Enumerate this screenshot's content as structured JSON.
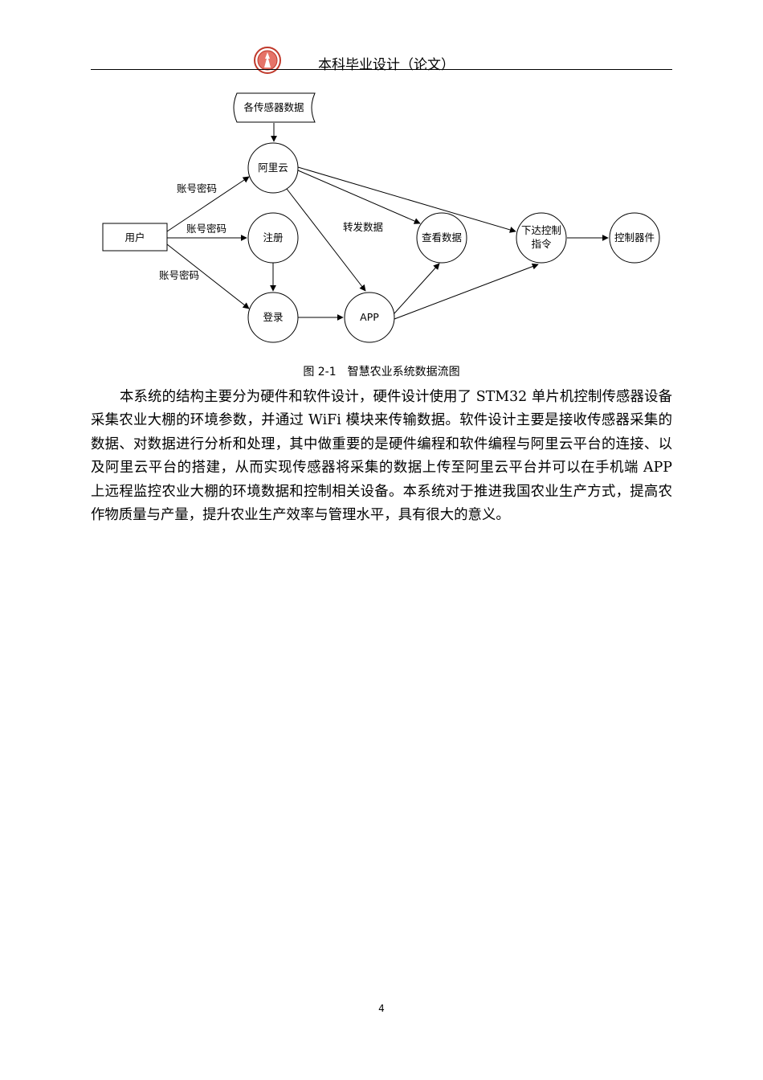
{
  "header": {
    "title": "本科毕业设计（论文）"
  },
  "figure": {
    "nodes": {
      "sensor_data": "各传感器数据",
      "user": "用户",
      "aliyun": "阿里云",
      "register": "注册",
      "login": "登录",
      "app": "APP",
      "view_data": "查看数据",
      "send_command_line1": "下达控制",
      "send_command_line2": "指令",
      "control_device": "控制器件"
    },
    "edge_labels": {
      "user_to_aliyun": "账号密码",
      "user_to_register": "账号密码",
      "user_to_login": "账号密码",
      "forward_data": "转发数据"
    },
    "caption": "图 2-1　智慧农业系统数据流图"
  },
  "body_paragraph": "本系统的结构主要分为硬件和软件设计，硬件设计使用了 STM32 单片机控制传感器设备采集农业大棚的环境参数，并通过 WiFi 模块来传输数据。软件设计主要是接收传感器采集的数据、对数据进行分析和处理，其中做重要的是硬件编程和软件编程与阿里云平台的连接、以及阿里云平台的搭建，从而实现传感器将采集的数据上传至阿里云平台并可以在手机端 APP 上远程监控农业大棚的环境数据和控制相关设备。本系统对于推进我国农业生产方式，提高农作物质量与产量，提升农业生产效率与管理水平，具有很大的意义。",
  "page_number": "4"
}
